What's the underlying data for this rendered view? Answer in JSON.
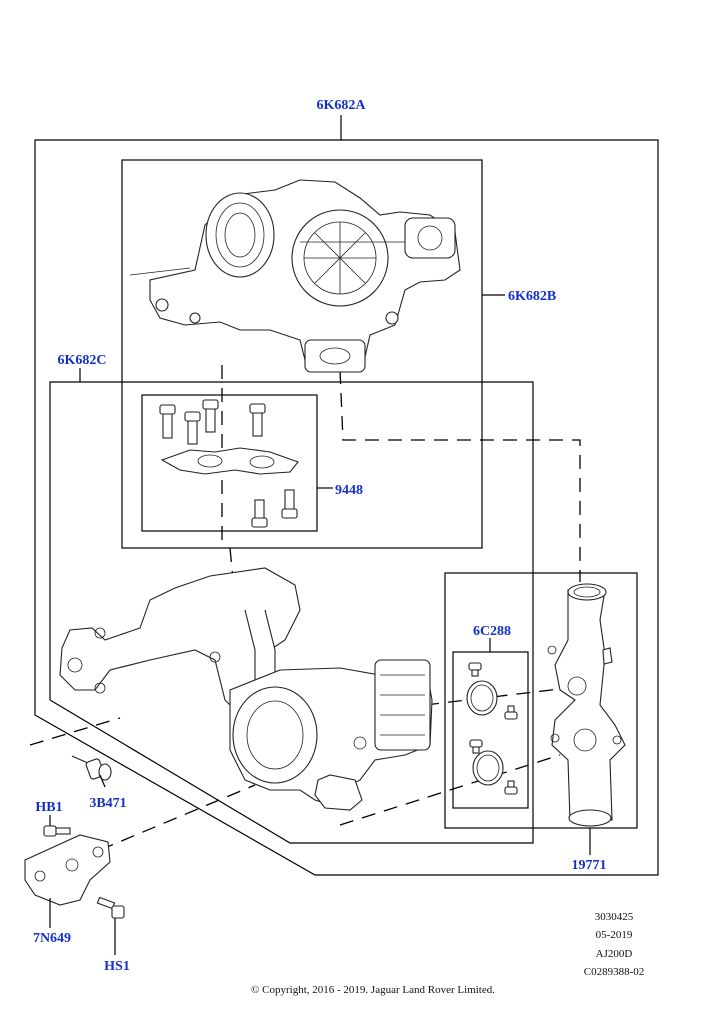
{
  "callouts": {
    "assembly": "6K682A",
    "turbo_upper": "6K682B",
    "turbo_lower": "6K682C",
    "gasket_kit": "9448",
    "seal_kit": "6C288",
    "outlet_pipe": "19771",
    "sensor": "3B471",
    "bolt_upper": "HB1",
    "bracket": "7N649",
    "bolt_lower": "HS1"
  },
  "meta": {
    "ref1": "3030425",
    "ref2": "05-2019",
    "ref3": "AJ200D",
    "ref4": "C0289388-02",
    "copyright": "© Copyright, 2016 - 2019. Jaguar Land Rover Limited."
  },
  "colors": {
    "callout": "#1530c8",
    "lines": "#000000"
  }
}
